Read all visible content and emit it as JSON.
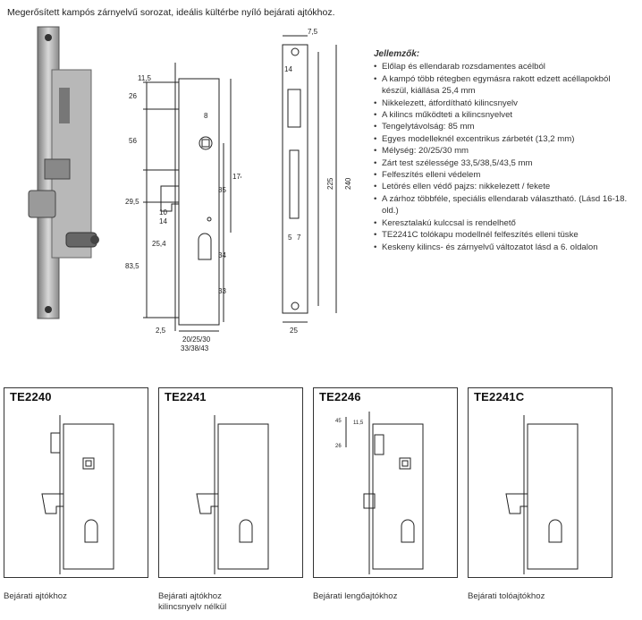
{
  "page_title": "Megerősített kampós zárnyelvű sorozat, ideális kültérbe nyíló bejárati ajtókhoz.",
  "features": {
    "heading": "Jellemzők:",
    "items": [
      "Előlap és ellendarab rozsdamentes acélból",
      "A kampó több rétegben egymásra rakott edzett acéllapokból készül, kiállása 25,4 mm",
      "Nikkelezett, átfordítható kilincsnyelv",
      "A kilincs működteti a kilincsnyelvet",
      "Tengelytávolság: 85 mm",
      "Egyes modelleknél excentrikus zárbetét (13,2 mm)",
      "Mélység: 20/25/30 mm",
      "Zárt test szélessége 33,5/38,5/43,5 mm",
      "Felfeszítés elleni védelem",
      "Letörés ellen védő pajzs: nikkelezett / fekete",
      "A zárhoz többféle, speciális ellendarab választható. (Lásd 16-18. old.)",
      "Keresztalakú kulccsal is rendelhető",
      "TE2241C tolókapu modellnél felfeszítés elleni tüske",
      "Keskeny kilincs- és zárnyelvű változatot lásd a 6. oldalon"
    ]
  },
  "drawing_dims": {
    "d_11_5": "11,5",
    "d_26": "26",
    "d_56": "56",
    "d_29_5": "29,5",
    "d_83_5": "83,5",
    "d_8": "8",
    "d_174": "174",
    "d_85": "85",
    "d_10": "10",
    "d_14": "14",
    "d_25_4": "25,4",
    "d_34": "34",
    "d_33": "33",
    "d_2_5": "2,5",
    "d_depth": "20/25/30",
    "d_width": "33/38/43",
    "d_7_5": "7,5",
    "d_14b": "14",
    "d_225": "225",
    "d_240": "240",
    "d_5": "5",
    "d_7": "7",
    "d_25": "25"
  },
  "models": [
    {
      "code": "TE2240",
      "caption": "Bejárati ajtókhoz"
    },
    {
      "code": "TE2241",
      "caption": "Bejárati ajtókhoz kilincsnyelv nélkül"
    },
    {
      "code": "TE2246",
      "caption": "Bejárati lengőajtókhoz",
      "dims": [
        "45",
        "11,5",
        "26"
      ]
    },
    {
      "code": "TE2241C",
      "caption": "Bejárati tolóajtókhoz"
    }
  ]
}
